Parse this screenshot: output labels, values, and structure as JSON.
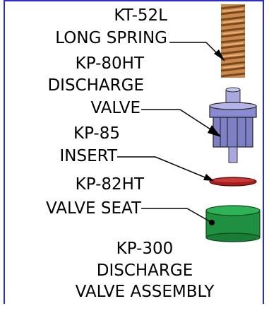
{
  "parts": [
    {
      "part_no": "KT-52L",
      "name": "LONG SPRING"
    },
    {
      "part_no": "KP-80HT",
      "name_line1": "DISCHARGE",
      "name_line2": "VALVE"
    },
    {
      "part_no": "KP-85",
      "name": "INSERT"
    },
    {
      "part_no": "KP-82HT",
      "name": "VALVE SEAT"
    }
  ],
  "assembly": {
    "part_no": "KP-300",
    "name_line1": "DISCHARGE",
    "name_line2": "VALVE ASSEMBLY"
  },
  "colors": {
    "border": "#2b2bd0",
    "spring": "#b8743a",
    "valve": "#8d8dc8",
    "insert": "#8a1010",
    "seat": "#1e8f3a"
  }
}
